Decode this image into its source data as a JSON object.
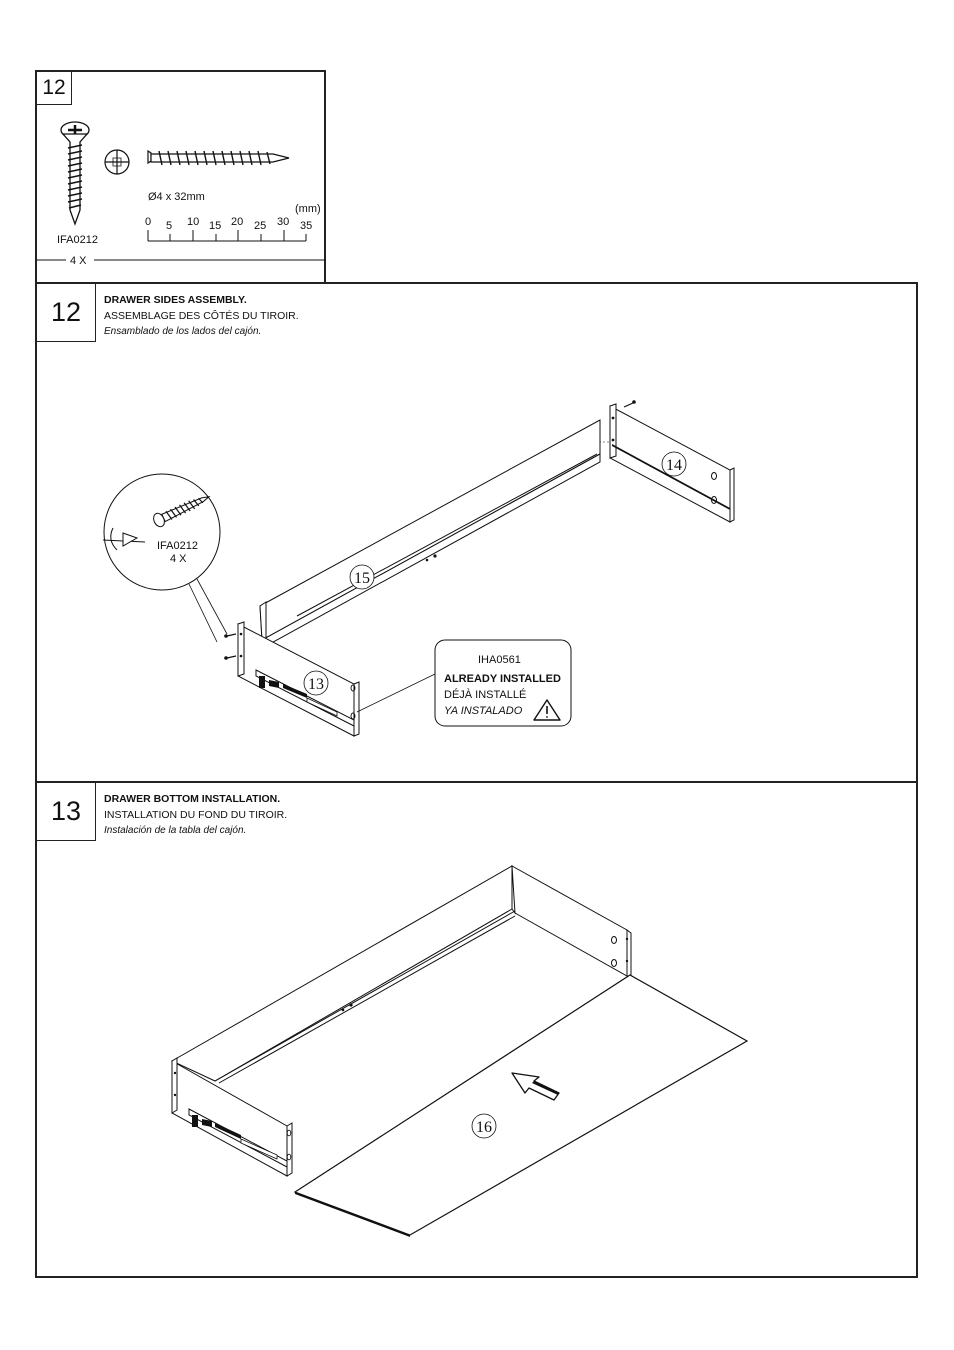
{
  "hardware": {
    "step": "12",
    "part_code": "IFA0212",
    "size": "Ø4 x 32mm",
    "quantity": "4 X",
    "unit": "(mm)",
    "ruler_ticks": [
      "0",
      "5",
      "10",
      "15",
      "20",
      "25",
      "30",
      "35"
    ]
  },
  "step12": {
    "number": "12",
    "title_en": "DRAWER SIDES ASSEMBLY.",
    "title_fr": "ASSEMBLAGE DES CÔTÉS DU TIROIR.",
    "title_es": "Ensamblado de los lados del cajón.",
    "callout_part": "IFA0212",
    "callout_qty": "4 X",
    "parts": [
      "13",
      "14",
      "15"
    ],
    "note": {
      "code": "IHA0561",
      "en": "ALREADY INSTALLED",
      "fr": "DÉJÀ INSTALLÉ",
      "es": "YA INSTALADO"
    }
  },
  "step13": {
    "number": "13",
    "title_en": "DRAWER BOTTOM INSTALLATION.",
    "title_fr": "INSTALLATION DU FOND DU TIROIR.",
    "title_es": "Instalación de la tabla del cajón.",
    "parts": [
      "16"
    ]
  }
}
